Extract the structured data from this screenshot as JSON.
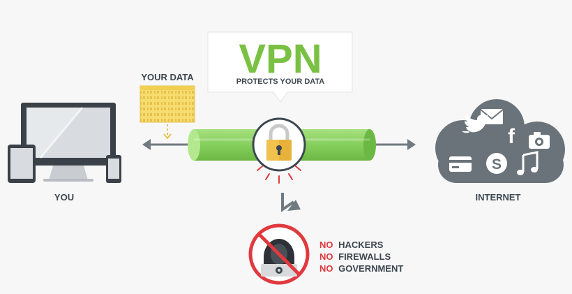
{
  "callout": {
    "title": "VPN",
    "subtitle": "PROTECTS YOUR DATA"
  },
  "data_label": "YOUR DATA",
  "device_label": "YOU",
  "internet_label": "INTERNET",
  "threats": [
    {
      "prefix": "NO",
      "text": "HACKERS"
    },
    {
      "prefix": "NO",
      "text": "FIREWALLS"
    },
    {
      "prefix": "NO",
      "text": "GOVERNMENT"
    }
  ],
  "icons": {
    "devices": "devices-icon",
    "data_document": "data-document-icon",
    "lock": "padlock-icon",
    "hacker": "hacker-icon",
    "cloud": "cloud-icon",
    "email": "email-icon",
    "twitter": "twitter-icon",
    "facebook": "facebook-icon",
    "camera": "camera-icon",
    "card": "credit-card-icon",
    "skype": "skype-icon",
    "music": "music-note-icon"
  },
  "colors": {
    "vpn_green": "#7ac143",
    "tunnel_green": "#8fd466",
    "lock_gold": "#e8b23a",
    "warning_red": "#e0393e",
    "cloud_gray": "#6b737a",
    "dark_text": "#3c4650",
    "data_yellow": "#f7dc6f"
  }
}
